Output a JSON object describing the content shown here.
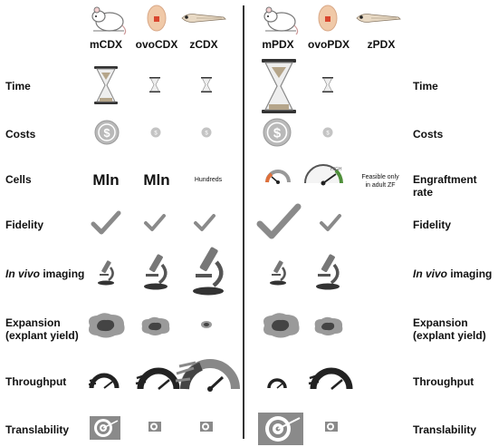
{
  "columns_left": [
    "mCDX",
    "ovoCDX",
    "zCDX"
  ],
  "columns_right": [
    "mPDX",
    "ovoPDX",
    "zPDX"
  ],
  "rows_left": {
    "time": "Time",
    "costs": "Costs",
    "cells": "Cells",
    "fidelity": "Fidelity",
    "imaging_italic": "In vivo",
    "imaging_rest": " imaging",
    "expansion_1": "Expansion",
    "expansion_2": "(explant yield)",
    "throughput": "Throughput",
    "translability": "Translability"
  },
  "rows_right": {
    "time": "Time",
    "costs": "Costs",
    "engraftment": "Engraftment rate",
    "fidelity": "Fidelity",
    "imaging_italic": "In vivo",
    "imaging_rest": " imaging",
    "expansion_1": "Expansion",
    "expansion_2": "(explant yield)",
    "throughput": "Throughput",
    "translability": "Translability"
  },
  "cells_values": {
    "mCDX": "Mln",
    "ovoCDX": "Mln",
    "zCDX": "Hundreds"
  },
  "engraftment_gauge_label": "HIGH",
  "zpdx_note_1": "Feasible only",
  "zpdx_note_2": "in adult ZF",
  "colors": {
    "icon_gray": "#8a8a8a",
    "dark": "#222222",
    "gauge_orange": "#e0703a",
    "gauge_green": "#4f8f3a",
    "egg": "#f0c9a8",
    "coin": "#b9b9b9"
  }
}
